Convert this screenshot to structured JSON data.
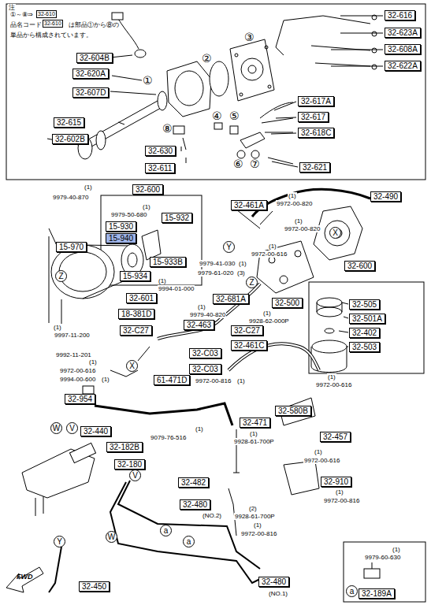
{
  "diagram": {
    "nodes": [
      {
        "text": [
          "32-610"
        ]
      },
      {
        "text": [
          "32-610"
        ]
      },
      {
        "text": [
          "32-616"
        ]
      },
      {
        "text": [
          "32-623A"
        ]
      },
      {
        "text": [
          "32-608A"
        ]
      },
      {
        "text": [
          "32-604B"
        ]
      },
      {
        "text": [
          "32-622A"
        ]
      },
      {
        "text": [
          "32-620A"
        ]
      },
      {
        "text": [
          "32-607D"
        ]
      },
      {
        "text": [
          "32-617A"
        ]
      },
      {
        "text": [
          "32-617"
        ]
      },
      {
        "text": [
          "32-615"
        ]
      },
      {
        "text": [
          "32-618C"
        ]
      },
      {
        "text": [
          "32-602B"
        ]
      },
      {
        "text": [
          "32-630"
        ]
      },
      {
        "text": [
          "32-621"
        ]
      },
      {
        "text": [
          "32-611"
        ]
      },
      {
        "text": [
          "32-600"
        ]
      },
      {
        "text": [
          "32-490"
        ]
      },
      {
        "text": [
          "32-461A"
        ]
      },
      {
        "text": [
          "15-932"
        ]
      },
      {
        "text": [
          "15-930"
        ]
      },
      {
        "text": [
          "15-940"
        ]
      },
      {
        "text": [
          "X"
        ]
      },
      {
        "text": [
          "15-970"
        ]
      },
      {
        "text": [
          "Y"
        ]
      },
      {
        "text": [
          "15-933B"
        ]
      },
      {
        "text": [
          "32-600"
        ]
      },
      {
        "text": [
          "Z"
        ]
      },
      {
        "text": [
          "15-934"
        ]
      },
      {
        "text": [
          "Z"
        ]
      },
      {
        "text": [
          "32-601"
        ]
      },
      {
        "text": [
          "32-681A"
        ]
      },
      {
        "text": [
          "32-500"
        ]
      },
      {
        "text": [
          "32-505"
        ]
      },
      {
        "text": [
          "18-381D"
        ]
      },
      {
        "text": [
          "32-501A"
        ]
      },
      {
        "text": [
          "32-463"
        ]
      },
      {
        "text": [
          "32-C27"
        ]
      },
      {
        "text": [
          "32-C27"
        ]
      },
      {
        "text": [
          "32-402"
        ]
      },
      {
        "text": [
          "32-461C"
        ]
      },
      {
        "text": [
          "32-503"
        ]
      },
      {
        "text": [
          "32-C03"
        ]
      },
      {
        "text": [
          "X"
        ]
      },
      {
        "text": [
          "32-C03"
        ]
      },
      {
        "text": [
          "61-471D"
        ]
      },
      {
        "text": [
          "32-954"
        ]
      },
      {
        "text": [
          "32-580B"
        ]
      },
      {
        "text": [
          "32-471"
        ]
      },
      {
        "text": [
          "W"
        ]
      },
      {
        "text": [
          "V"
        ]
      },
      {
        "text": [
          "32-440"
        ]
      },
      {
        "text": [
          "32-457"
        ]
      },
      {
        "text": [
          "32-182B"
        ]
      },
      {
        "text": [
          "32-180"
        ]
      },
      {
        "text": [
          "V"
        ]
      },
      {
        "text": [
          "32-482"
        ]
      },
      {
        "text": [
          "32-910"
        ]
      },
      {
        "text": [
          "32-480"
        ]
      },
      {
        "text": [
          "a"
        ]
      },
      {
        "text": [
          "W"
        ]
      },
      {
        "text": [
          "Y"
        ]
      },
      {
        "text": [
          "a"
        ]
      },
      {
        "text": [
          "32-480"
        ]
      },
      {
        "text": [
          "32-450"
        ]
      },
      {
        "text": [
          "a"
        ]
      },
      {
        "text": [
          "32-189A"
        ]
      }
    ],
    "labels": [
      "注",
      "①～⑧⇒",
      "品名コード",
      "は部品①から⑧の",
      "単品から構成されています。",
      "③",
      "②",
      "①",
      "④",
      "⑤",
      "⑧",
      "⑥",
      "⑦",
      "(1)",
      "9979-40-870",
      "(1)",
      "9979-50-680",
      "(1)",
      "9972-00-820",
      "(1)",
      "9972-00-820",
      "(1)",
      "9972-00-616",
      "9979-41-030",
      "(1)",
      "9979-61-020",
      "(3)",
      "(1)",
      "9994-01-000",
      "(1)",
      "9979-40-820",
      "(1)",
      "9928-62-000P",
      "(1)",
      "9997-11-200",
      "9992-11-201",
      "(1)",
      "9972-00-616",
      "9994-00-600",
      "(1)",
      "9972-00-816",
      "(1)",
      "(1)",
      "9972-00-616",
      "(1)",
      "9079-76-516",
      "(1)",
      "9928-61-700P",
      "(1)",
      "9972-00-616",
      "(1)",
      "9972-00-816",
      "(2)",
      "9928-61-700P",
      "(NO.2)",
      "(1)",
      "9972-00-816",
      "(NO.1)",
      "(1)",
      "9979-60-630",
      "FWD"
    ]
  }
}
